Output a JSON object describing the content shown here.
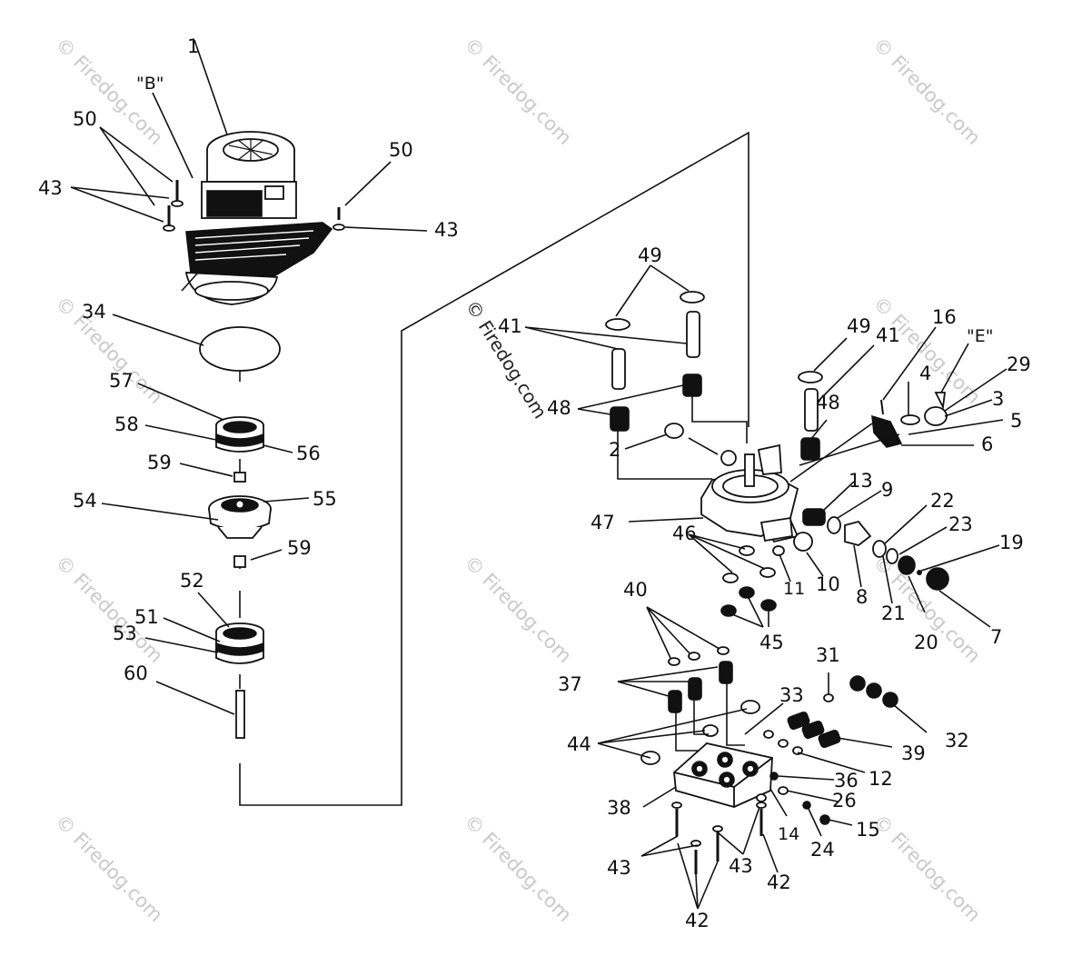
{
  "watermark": {
    "text": "© Firedog.com"
  },
  "callouts": {
    "c1": "1",
    "cB": "\"B\"",
    "c50a": "50",
    "c43a": "43",
    "c50b": "50",
    "c43b": "43",
    "c34": "34",
    "c57": "57",
    "c58": "58",
    "c56": "56",
    "c59a": "59",
    "c54": "54",
    "c55": "55",
    "c59b": "59",
    "c52": "52",
    "c51": "51",
    "c53": "53",
    "c60": "60",
    "c49a": "49",
    "c41a": "41",
    "c48a": "48",
    "c2": "2",
    "c49b": "49",
    "c41b": "41",
    "c16": "16",
    "cE": "\"E\"",
    "c29": "29",
    "c4": "4",
    "c3": "3",
    "c5": "5",
    "c6": "6",
    "c48b": "48",
    "c13": "13",
    "c9": "9",
    "c22": "22",
    "c23": "23",
    "c19": "19",
    "c47": "47",
    "c46": "46",
    "c11": "11",
    "c10": "10",
    "c8": "8",
    "c21": "21",
    "c20": "20",
    "c7": "7",
    "c45": "45",
    "c40": "40",
    "c37": "37",
    "c31": "31",
    "c33": "33",
    "c32": "32",
    "c39": "39",
    "c44": "44",
    "c12": "12",
    "c36": "36",
    "c38": "38",
    "c26": "26",
    "c15": "15",
    "c14": "14",
    "c24": "24",
    "c43c": "43",
    "c43d": "43",
    "c42a": "42",
    "c42b": "42"
  }
}
